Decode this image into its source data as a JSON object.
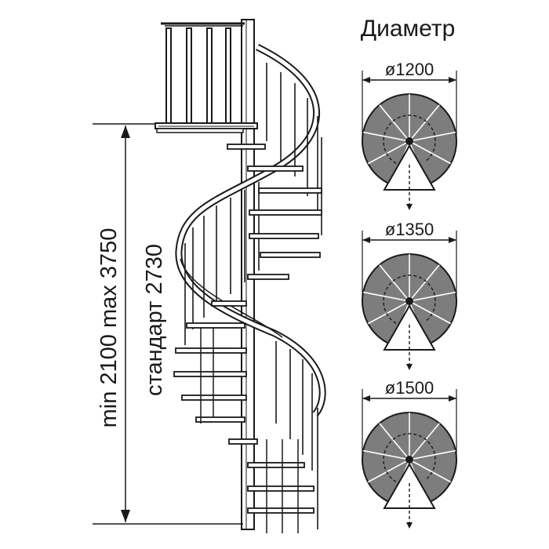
{
  "title": "Диаметр",
  "height_text": {
    "range": "min 2100 max 3750",
    "standard": "стандарт 2730"
  },
  "diameters": [
    {
      "label": "ø1200"
    },
    {
      "label": "ø1350"
    },
    {
      "label": "ø1500"
    }
  ],
  "colors": {
    "ink": "#1a1a1a",
    "step_fill": "#7d7d7d",
    "background": "#ffffff"
  }
}
